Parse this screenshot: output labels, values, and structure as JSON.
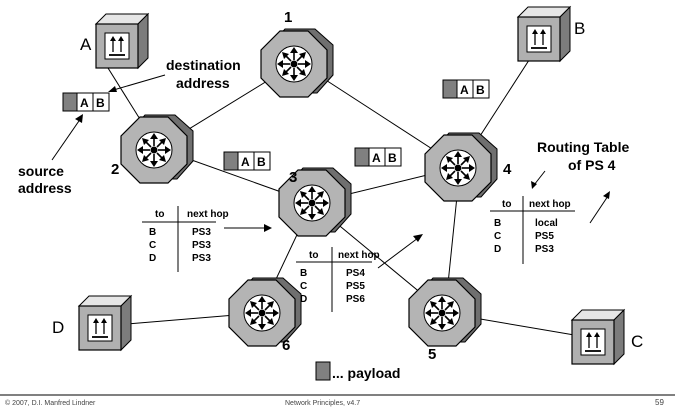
{
  "hosts": {
    "a": "A",
    "b": "B",
    "c": "C",
    "d": "D"
  },
  "nodes": {
    "n1": "1",
    "n2": "2",
    "n3": "3",
    "n4": "4",
    "n5": "5",
    "n6": "6"
  },
  "labels": {
    "destination_line1": "destination",
    "destination_line2": "address",
    "source_line1": "source",
    "source_line2": "address",
    "routing_table_line1": "Routing Table",
    "routing_table_line2": "of PS 4",
    "payload": "... payload"
  },
  "packet": {
    "src": "A",
    "dst": "B"
  },
  "tables": {
    "header_to": "to",
    "header_next": "next hop",
    "ps2": [
      {
        "to": "B",
        "hop": "PS3"
      },
      {
        "to": "C",
        "hop": "PS3"
      },
      {
        "to": "D",
        "hop": "PS3"
      }
    ],
    "ps3": [
      {
        "to": "B",
        "hop": "PS4"
      },
      {
        "to": "C",
        "hop": "PS5"
      },
      {
        "to": "D",
        "hop": "PS6"
      }
    ],
    "ps4": [
      {
        "to": "B",
        "hop": "local"
      },
      {
        "to": "C",
        "hop": "PS5"
      },
      {
        "to": "D",
        "hop": "PS3"
      }
    ]
  },
  "footer": {
    "copyright": "© 2007, D.I. Manfred Lindner",
    "course": "Network Principles, v4.7",
    "page": "59"
  },
  "colors": {
    "switch_face": "#b4b4b4",
    "host_face": "#b0b0b0",
    "packet_grey": "#808080"
  }
}
